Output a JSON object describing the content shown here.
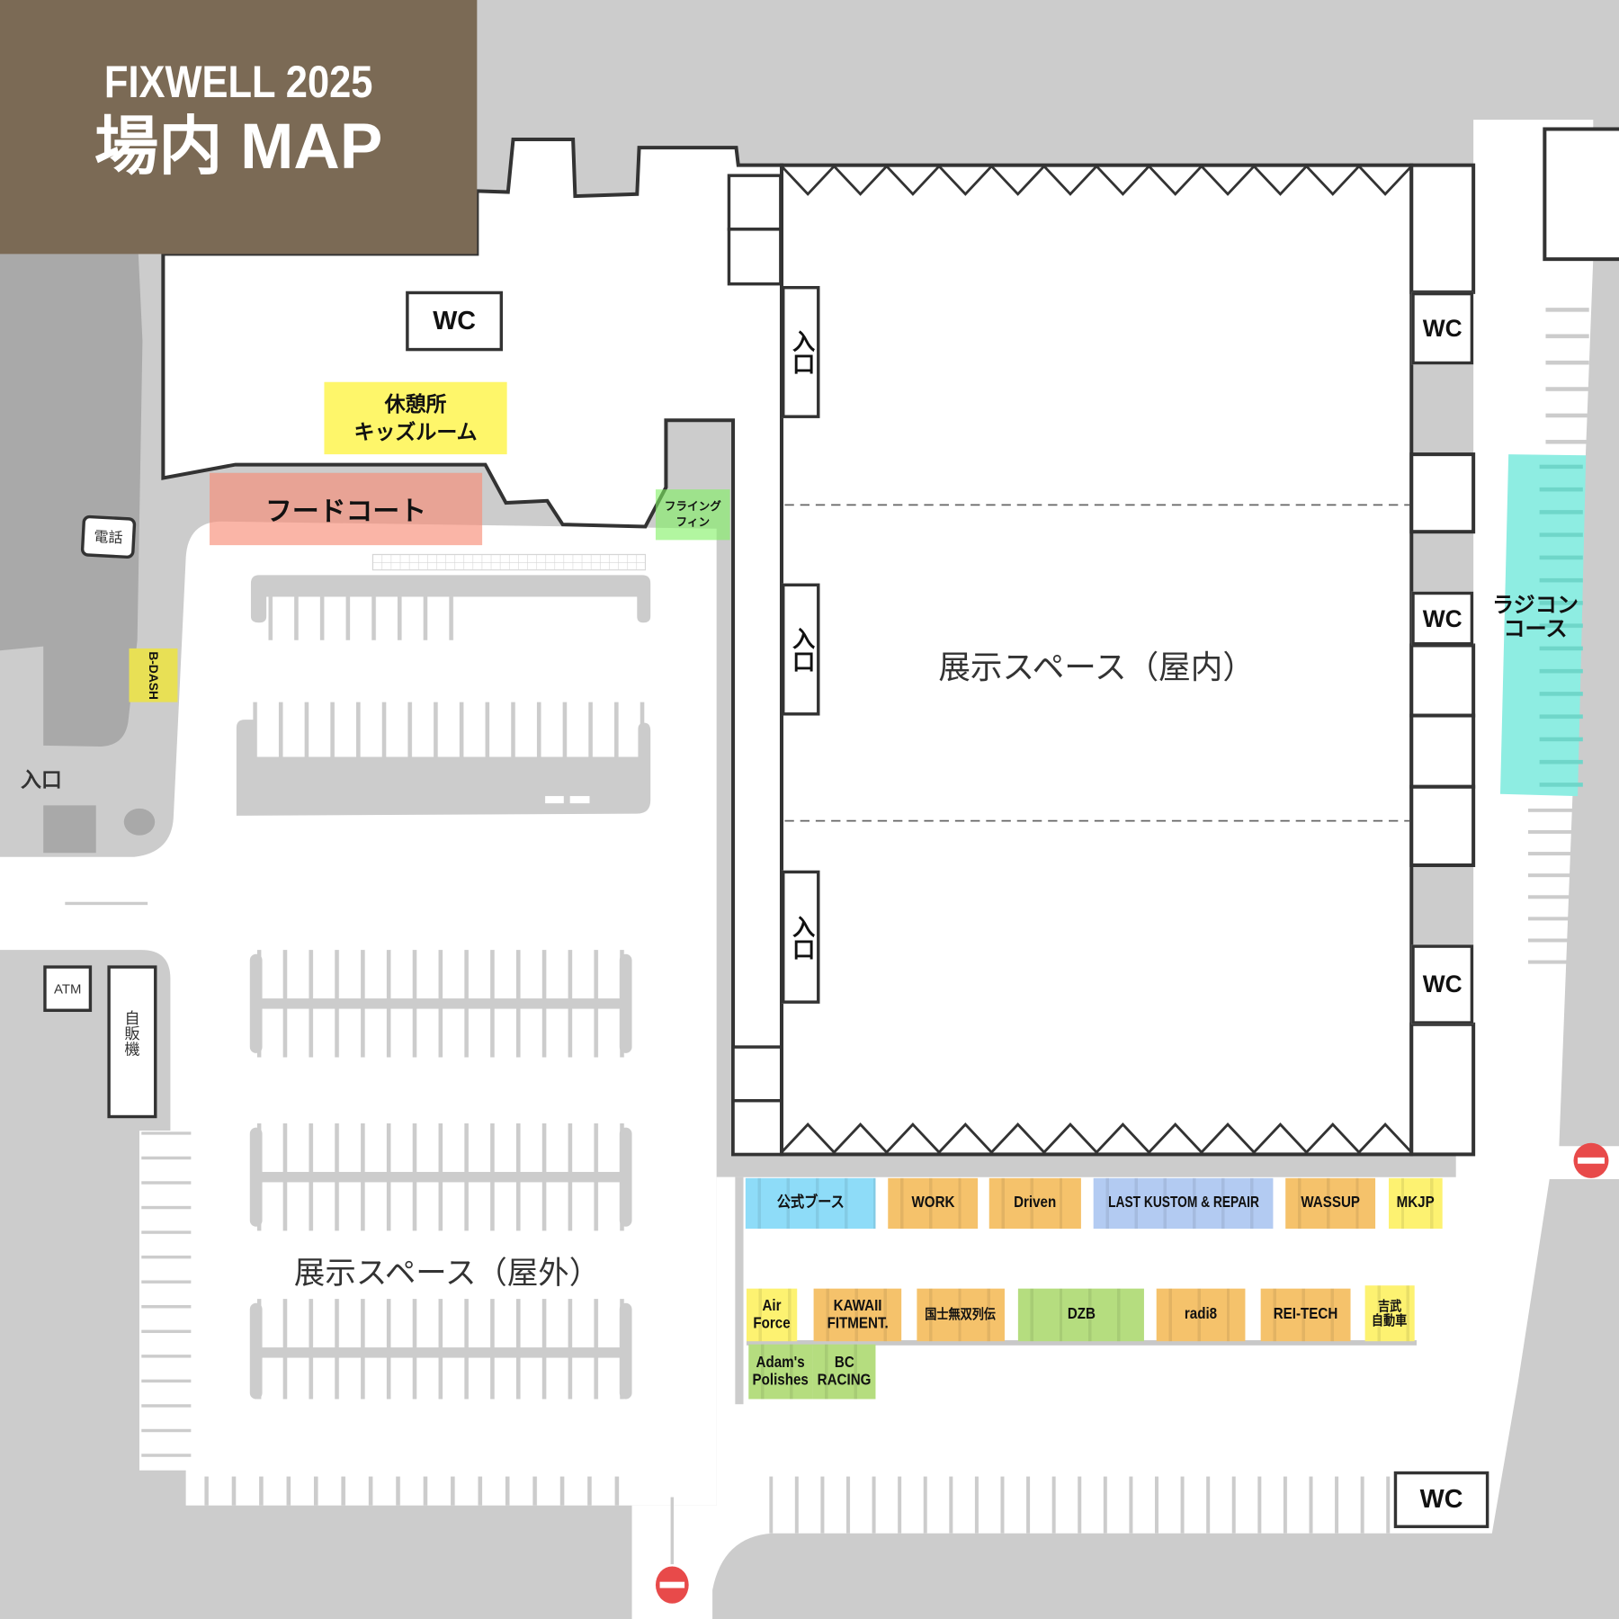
{
  "title": {
    "event": "FIXWELL 2025",
    "heading": "場内 MAP"
  },
  "colors": {
    "title_bg": "#7b6a55",
    "road": "#cccccc",
    "dark_block": "#a9a9a9",
    "outline": "#333333",
    "booth_orange": "#f5c26b",
    "booth_yellow": "#fdf271",
    "booth_blue": "#8edcf8",
    "booth_periwinkle": "#b3cbf2",
    "booth_green": "#b5dd7f",
    "rc_course": "#8eede2",
    "food_court": "#f9b4a5",
    "flying_fin": "#adf29c",
    "rest_area": "#fef66a",
    "b_dash": "#e8e055",
    "no_entry": "#e84a4a"
  },
  "building": {
    "wc": "WC",
    "rest_area": [
      "休憩所",
      "キッズルーム"
    ],
    "food_court": "フードコート",
    "flying_fin": [
      "フライング",
      "フィン"
    ]
  },
  "west": {
    "phone": "電話",
    "b_dash": "B-DASH",
    "entrance": "入口",
    "atm": "ATM",
    "vending_machine": "自販機"
  },
  "indoor": {
    "label": "展示スペース（屋内）",
    "entrances": [
      "入口",
      "入口",
      "入口"
    ],
    "restrooms": [
      "WC",
      "WC",
      "WC"
    ]
  },
  "rc_course": [
    "ラジコン",
    "コース"
  ],
  "outdoor": {
    "label": "展示スペース（屋外）",
    "restroom": "WC"
  },
  "booths": {
    "row1": [
      {
        "lines": [
          "公式ブース"
        ],
        "color": "#8edcf8"
      },
      {
        "lines": [
          "WORK"
        ],
        "color": "#f5c26b"
      },
      {
        "lines": [
          "Driven"
        ],
        "color": "#f5c26b"
      },
      {
        "lines": [
          "LAST KUSTOM & REPAIR"
        ],
        "color": "#b3cbf2"
      },
      {
        "lines": [
          "WASSUP"
        ],
        "color": "#f5c26b"
      },
      {
        "lines": [
          "MKJP"
        ],
        "color": "#fdf271"
      }
    ],
    "row2": [
      {
        "lines": [
          "Air",
          "Force"
        ],
        "color": "#fdf271"
      },
      {
        "lines": [
          "KAWAII",
          "FITMENT."
        ],
        "color": "#f5c26b"
      },
      {
        "lines": [
          "国士無双列伝"
        ],
        "color": "#f5c26b"
      },
      {
        "lines": [
          "DZB"
        ],
        "color": "#b5dd7f"
      },
      {
        "lines": [
          "radi8"
        ],
        "color": "#f5c26b"
      },
      {
        "lines": [
          "REI-TECH"
        ],
        "color": "#f5c26b"
      },
      {
        "lines": [
          "吉武",
          "自動車"
        ],
        "color": "#fdf271"
      }
    ],
    "row3": [
      {
        "lines": [
          "Adam's",
          "Polishes"
        ],
        "color": "#b5dd7f"
      },
      {
        "lines": [
          "BC",
          "RACING"
        ],
        "color": "#b5dd7f"
      }
    ]
  },
  "icons": [
    "no-entry-icon",
    "no-entry-icon"
  ]
}
